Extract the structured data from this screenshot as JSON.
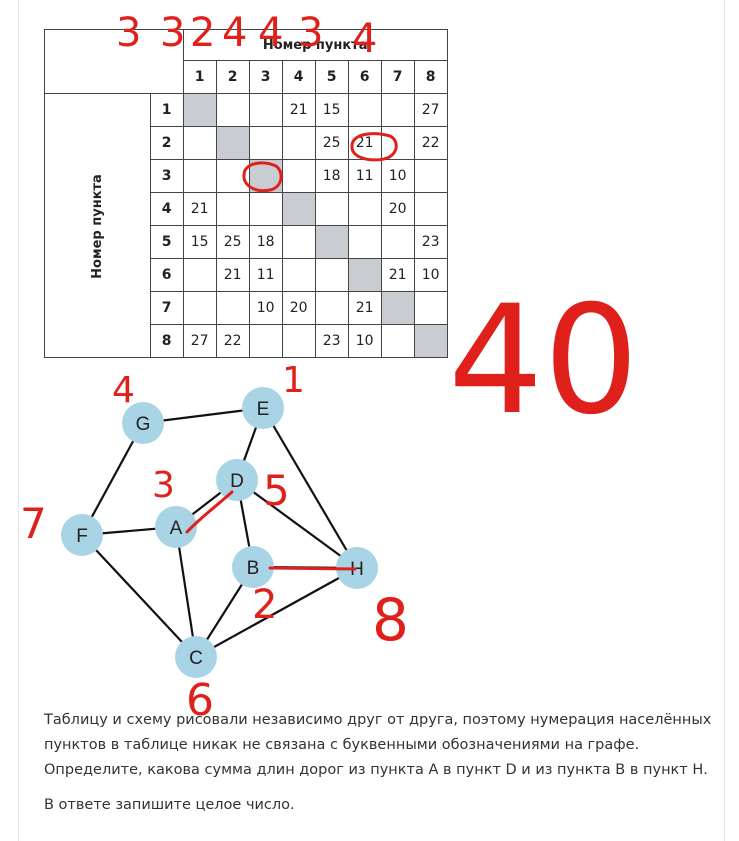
{
  "table": {
    "top_title": "Номер пункта",
    "side_title": "Номер пункта",
    "columns": [
      "1",
      "2",
      "3",
      "4",
      "5",
      "6",
      "7",
      "8"
    ],
    "rows": [
      {
        "label": "1",
        "cells": [
          "",
          "",
          "",
          "21",
          "15",
          "",
          "",
          "27"
        ]
      },
      {
        "label": "2",
        "cells": [
          "",
          "",
          "",
          "",
          "25",
          "21",
          "",
          "22"
        ]
      },
      {
        "label": "3",
        "cells": [
          "",
          "",
          "",
          "",
          "18",
          "11",
          "10",
          ""
        ]
      },
      {
        "label": "4",
        "cells": [
          "21",
          "",
          "",
          "",
          "",
          "",
          "20",
          ""
        ]
      },
      {
        "label": "5",
        "cells": [
          "15",
          "25",
          "18",
          "",
          "",
          "",
          "",
          "23"
        ]
      },
      {
        "label": "6",
        "cells": [
          "",
          "21",
          "11",
          "",
          "",
          "",
          "21",
          "10"
        ]
      },
      {
        "label": "7",
        "cells": [
          "",
          "",
          "10",
          "20",
          "",
          "21",
          "",
          ""
        ]
      },
      {
        "label": "8",
        "cells": [
          "27",
          "22",
          "",
          "",
          "23",
          "10",
          "",
          ""
        ]
      }
    ]
  },
  "graph": {
    "nodes": {
      "G": "G",
      "E": "E",
      "D": "D",
      "A": "A",
      "F": "F",
      "B": "B",
      "H": "H",
      "C": "C"
    },
    "node_color": "#a9d4e6"
  },
  "annotations": {
    "column_numbers": [
      "3",
      "3",
      "2",
      "4",
      "4",
      "3",
      "4"
    ],
    "node_numbers": {
      "G": "4",
      "E": "1",
      "A": "3",
      "D": "5",
      "F": "7",
      "B": "2",
      "H": "8",
      "C": "6"
    },
    "answer": "40",
    "ink_color": "#e0201b"
  },
  "question": {
    "line1": "Таблицу и схему рисовали независимо друг от друга, поэтому нумерация населённых",
    "line2": "пунктов в таблице никак не связана с буквенными обозначениями на графе.",
    "line3": "Определите, какова сумма длин дорог из пункта А в пункт D и из пункта В в пункт Н.",
    "answer_prompt": "В ответе запишите целое число."
  }
}
